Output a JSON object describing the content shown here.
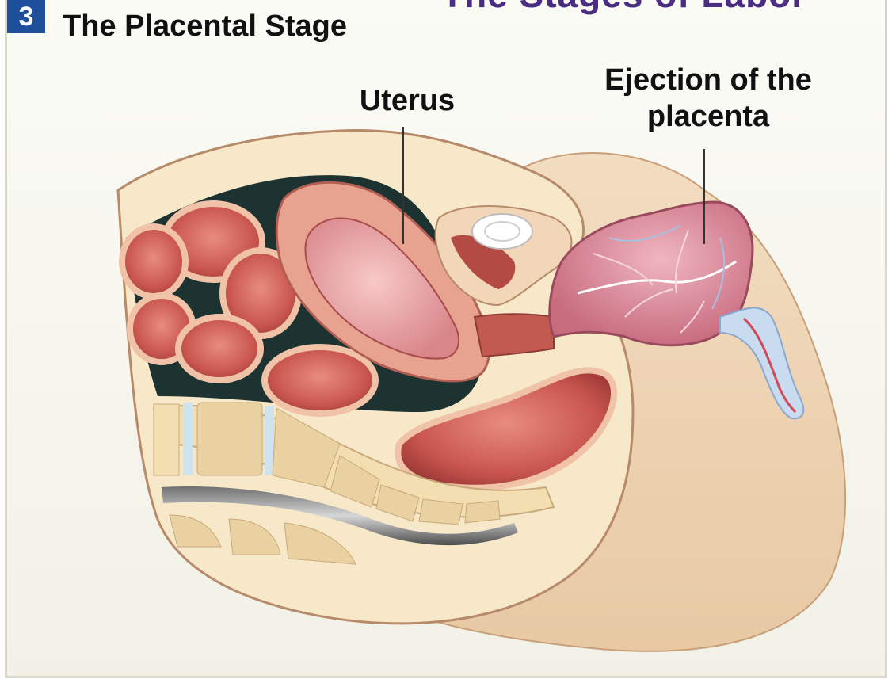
{
  "header": {
    "cut_title": "The Stages of Labor",
    "stage_number": "3",
    "stage_title": "The Placental Stage"
  },
  "labels": {
    "uterus": "Uterus",
    "placenta_line1": "Ejection of the",
    "placenta_line2": "placenta"
  },
  "colors": {
    "badge": "#1f4f9a",
    "header_purple": "#4a2c82",
    "tissue": "#f6e8c8",
    "muscle": "#c9564e",
    "placenta": "#d98a98",
    "cavity": "#1c3331"
  }
}
